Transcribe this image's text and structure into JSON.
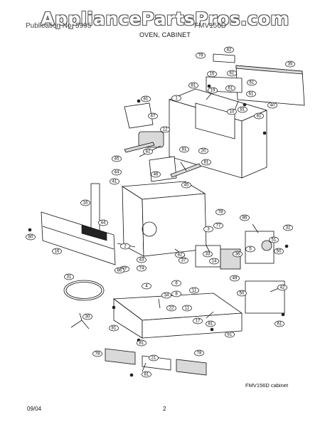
{
  "watermark": "AppliancePartsPros.com",
  "header": {
    "left_label": "Publication No. 5995",
    "right_label": "FMV156D",
    "section_title": "OVEN, CABINET"
  },
  "figure_caption": "FMV156D cabinet",
  "footer": {
    "date": "09/04",
    "page": "2"
  },
  "callouts": [
    "82",
    "79",
    "35",
    "15",
    "61",
    "61",
    "81",
    "61",
    "19",
    "61",
    "81",
    "1",
    "40",
    "10",
    "81",
    "81",
    "47",
    "12",
    "82",
    "81",
    "20",
    "81",
    "45",
    "44",
    "46",
    "45",
    "41",
    "16",
    "78",
    "86",
    "44",
    "77",
    "3",
    "80",
    "32",
    "16",
    "51",
    "5",
    "50",
    "36",
    "43",
    "2",
    "87",
    "74",
    "86",
    "33",
    "82",
    "14",
    "37",
    "49",
    "31",
    "4",
    "6",
    "8",
    "11",
    "34",
    "50",
    "42",
    "22",
    "11",
    "81",
    "30",
    "17",
    "81",
    "81",
    "61",
    "78",
    "81",
    "21",
    "78",
    "81"
  ]
}
